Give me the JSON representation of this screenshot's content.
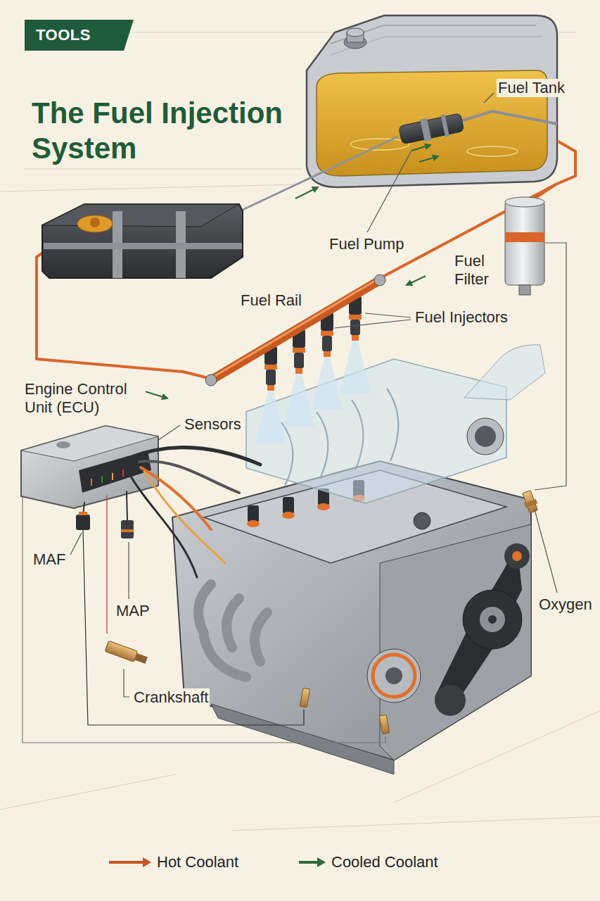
{
  "diagram": {
    "title": "The Fuel Injection System",
    "nodes": [
      {
        "text": [
          "TOOLS"
        ]
      }
    ],
    "labels": [
      "Fuel Tank",
      "Fuel Pump",
      "Fuel Filter",
      "Fuel Rail",
      "Fuel Injectors",
      "Engine Control Unit (ECU)",
      "Sensors",
      "MAF",
      "MAP",
      "Crankshaft",
      "Oxygen"
    ],
    "legend": [
      {
        "text": "Hot Coolant"
      },
      {
        "text": "Cooled Coolant"
      }
    ]
  }
}
